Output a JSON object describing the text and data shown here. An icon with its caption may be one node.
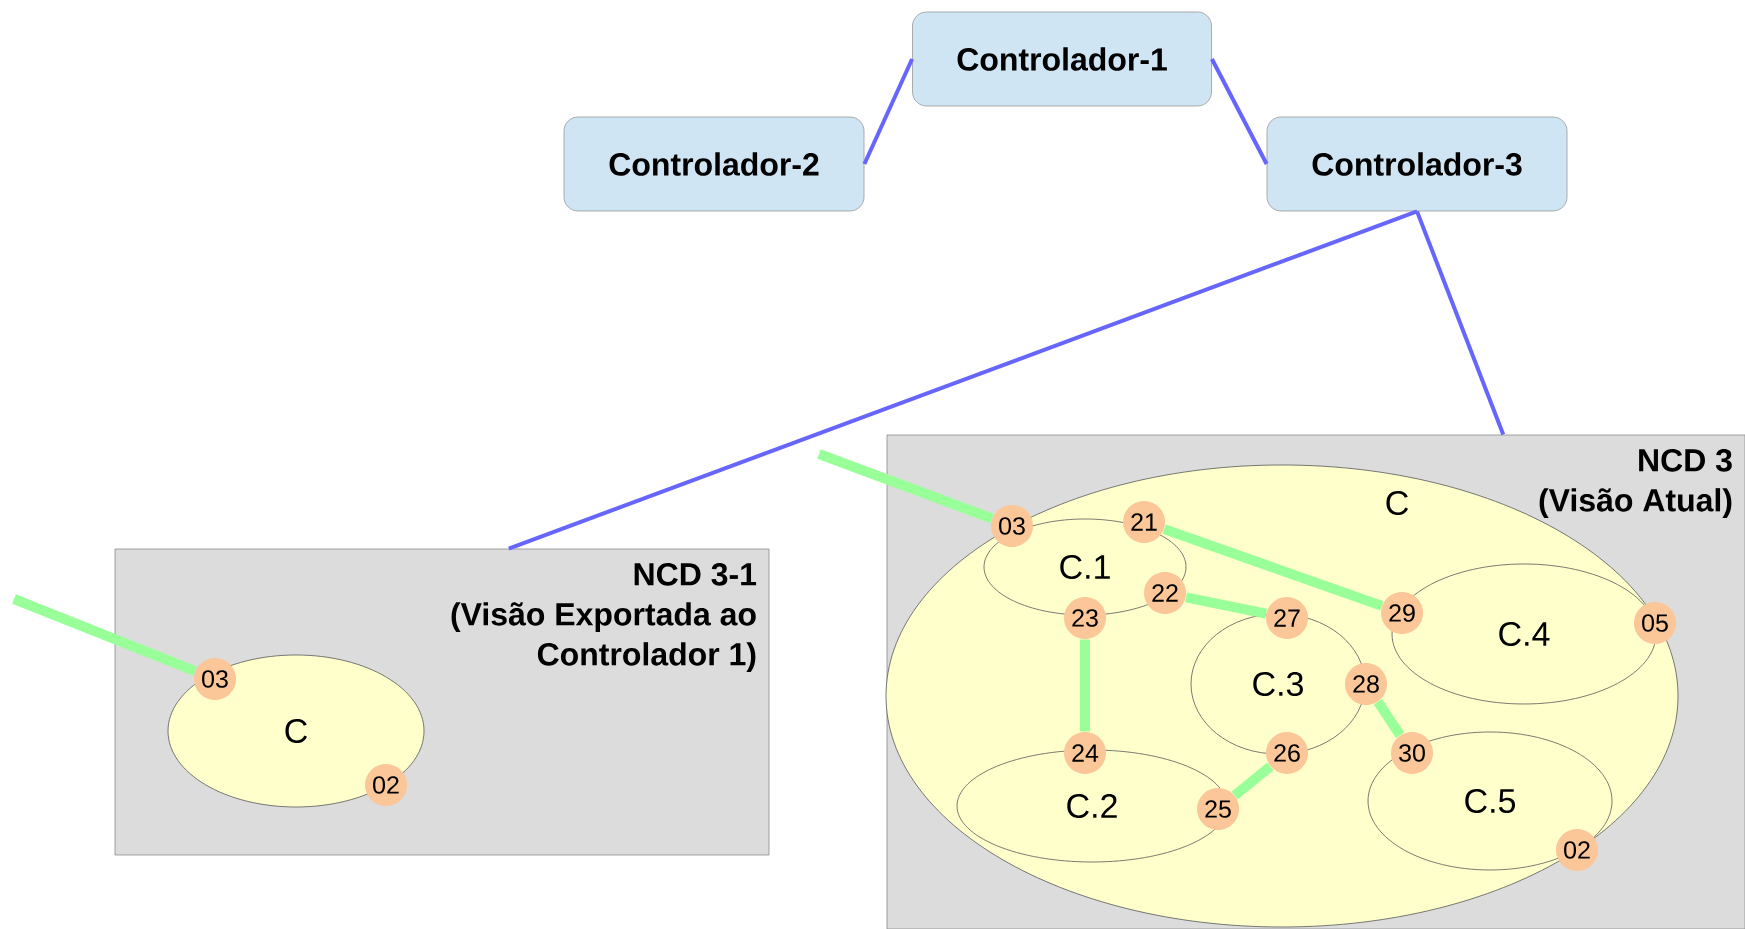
{
  "diagram": {
    "nodes": [
      {
        "text": [
          "Controlador-1"
        ]
      },
      {
        "text": [
          "Controlador-2"
        ]
      },
      {
        "text": [
          "Controlador-3"
        ]
      },
      {
        "text": [
          "NCD 3-1",
          "(Visão Exportada ao Controlador 1)"
        ]
      },
      {
        "text": [
          "C"
        ],
        "in": 3
      },
      {
        "text": [
          "03"
        ],
        "in": 4
      },
      {
        "text": [
          "02"
        ],
        "in": 4
      },
      {
        "text": [
          "NCD 3",
          "(Visão Atual)"
        ]
      },
      {
        "text": [
          "C"
        ],
        "in": 7
      },
      {
        "text": [
          "C.1"
        ],
        "in": 8
      },
      {
        "text": [
          "C.2"
        ],
        "in": 8
      },
      {
        "text": [
          "C.3"
        ],
        "in": 8
      },
      {
        "text": [
          "C.4"
        ],
        "in": 8
      },
      {
        "text": [
          "C.5"
        ],
        "in": 8
      },
      {
        "text": [
          "03"
        ],
        "in": 7
      },
      {
        "text": [
          "21"
        ],
        "in": 8
      },
      {
        "text": [
          "22"
        ],
        "in": 9
      },
      {
        "text": [
          "23"
        ],
        "in": 8
      },
      {
        "text": [
          "24"
        ],
        "in": 8
      },
      {
        "text": [
          "25"
        ],
        "in": 8
      },
      {
        "text": [
          "26"
        ],
        "in": 8
      },
      {
        "text": [
          "27"
        ],
        "in": 8
      },
      {
        "text": [
          "28"
        ],
        "in": 8
      },
      {
        "text": [
          "29"
        ],
        "in": 8
      },
      {
        "text": [
          "30"
        ],
        "in": 13
      },
      {
        "text": [
          "05"
        ],
        "in": 8
      },
      {
        "text": [
          "02"
        ],
        "in": 7
      }
    ],
    "edges": [
      {
        "from": 0,
        "to": 1,
        "arrow": "none",
        "color": "#6666ff"
      },
      {
        "from": 0,
        "to": 2,
        "arrow": "none",
        "color": "#6666ff"
      },
      {
        "from": 2,
        "to": 3,
        "arrow": "none",
        "color": "#6666ff"
      },
      {
        "from": 2,
        "to": 7,
        "arrow": "none",
        "color": "#6666ff"
      },
      {
        "from": 5,
        "to": null,
        "arrow": "none"
      },
      {
        "from": 14,
        "to": null,
        "arrow": "none"
      },
      {
        "from": 15,
        "to": 23,
        "arrow": "none"
      },
      {
        "from": 16,
        "to": 21,
        "arrow": "none"
      },
      {
        "from": 17,
        "to": 18,
        "arrow": "none"
      },
      {
        "from": 20,
        "to": 19,
        "arrow": "none"
      },
      {
        "from": 22,
        "to": 24,
        "arrow": "none"
      }
    ]
  }
}
